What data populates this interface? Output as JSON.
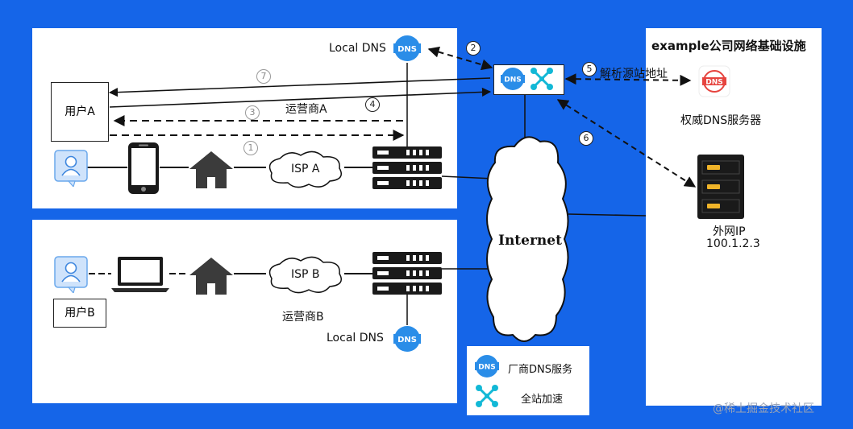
{
  "watermark": "@稀土掘金技术社区",
  "panel_company": {
    "title": "example公司网络基础设施"
  },
  "user_a": "用户A",
  "user_b": "用户B",
  "isp_a": {
    "label": "ISP A",
    "caption": "运营商A",
    "local_dns": "Local DNS"
  },
  "isp_b": {
    "label": "ISP B",
    "caption": "运营商B",
    "local_dns": "Local DNS"
  },
  "internet": "Internet",
  "dns_badge": "DNS",
  "resolve_label": "解析源站地址",
  "auth_dns": "权威DNS服务器",
  "origin_ip_label": "外网IP",
  "origin_ip": "100.1.2.3",
  "steps": [
    "1",
    "2",
    "3",
    "4",
    "5",
    "6",
    "7"
  ],
  "legend": {
    "dns_service": "厂商DNS服务",
    "acceleration": "全站加速"
  },
  "colors": {
    "background": "#1565e8",
    "dns_blue": "#2a8de8",
    "accel_cyan": "#12b8d6",
    "auth_red": "#e6443f",
    "server_dark": "#1a1a1a"
  }
}
